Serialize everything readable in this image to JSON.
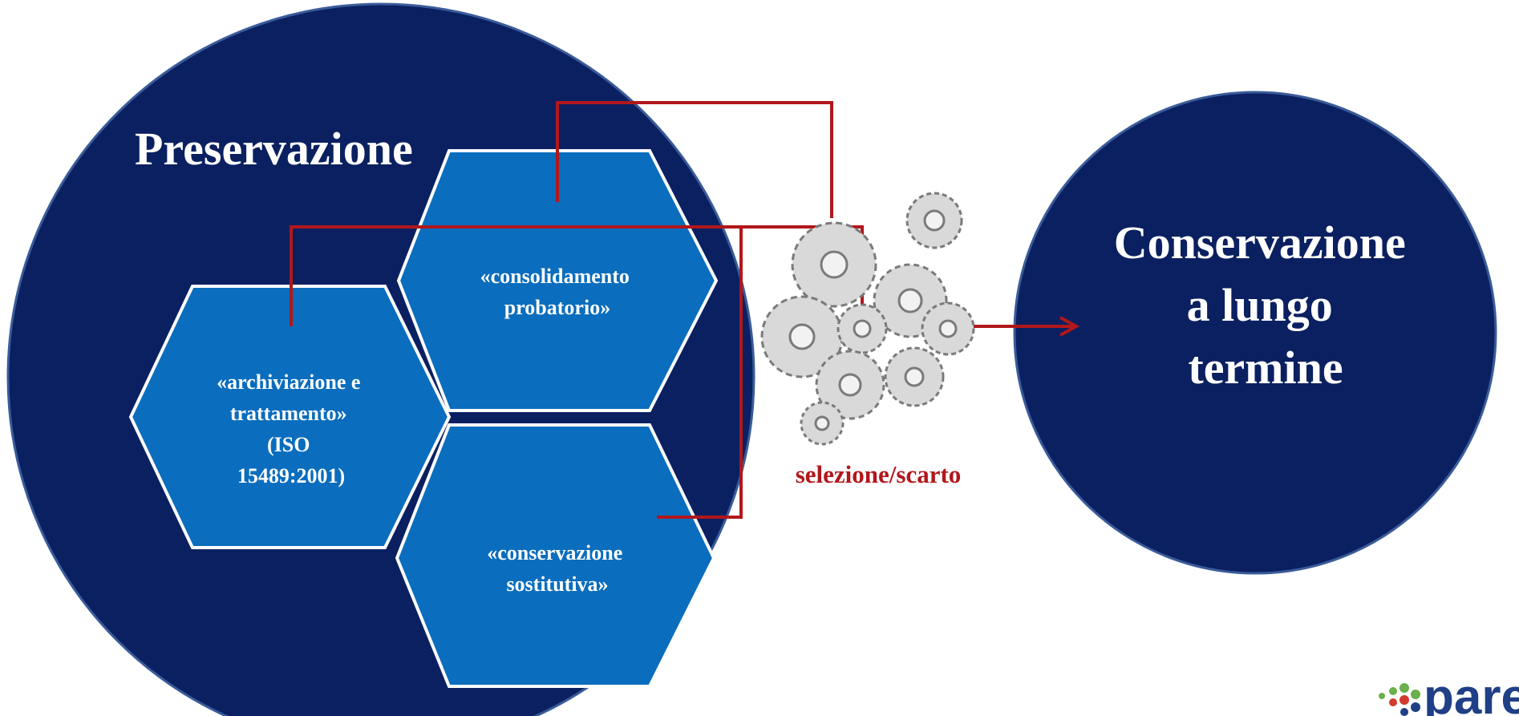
{
  "left_circle": {
    "title": "Preservazione"
  },
  "hexagons": {
    "consolidamento": [
      "«consolidamento",
      "probatorio»"
    ],
    "archiviazione": [
      "«archiviazione e",
      "trattamento»",
      "(ISO",
      "15489:2001)"
    ],
    "conservazione": [
      "«conservazione",
      "sostitutiva»"
    ]
  },
  "gears": {
    "icon": "gears-icon",
    "caption": "selezione/scarto"
  },
  "right_circle": {
    "lines": [
      "Conservazione",
      "a lungo",
      "termine"
    ]
  },
  "logo": {
    "text": "parer"
  },
  "colors": {
    "navy": "#0b2060",
    "hex_blue": "#0a6dbd",
    "connector_red": "#b1171b",
    "logo_green": "#6ab04c",
    "logo_red": "#d13b2e",
    "logo_blue": "#1f3f86"
  }
}
